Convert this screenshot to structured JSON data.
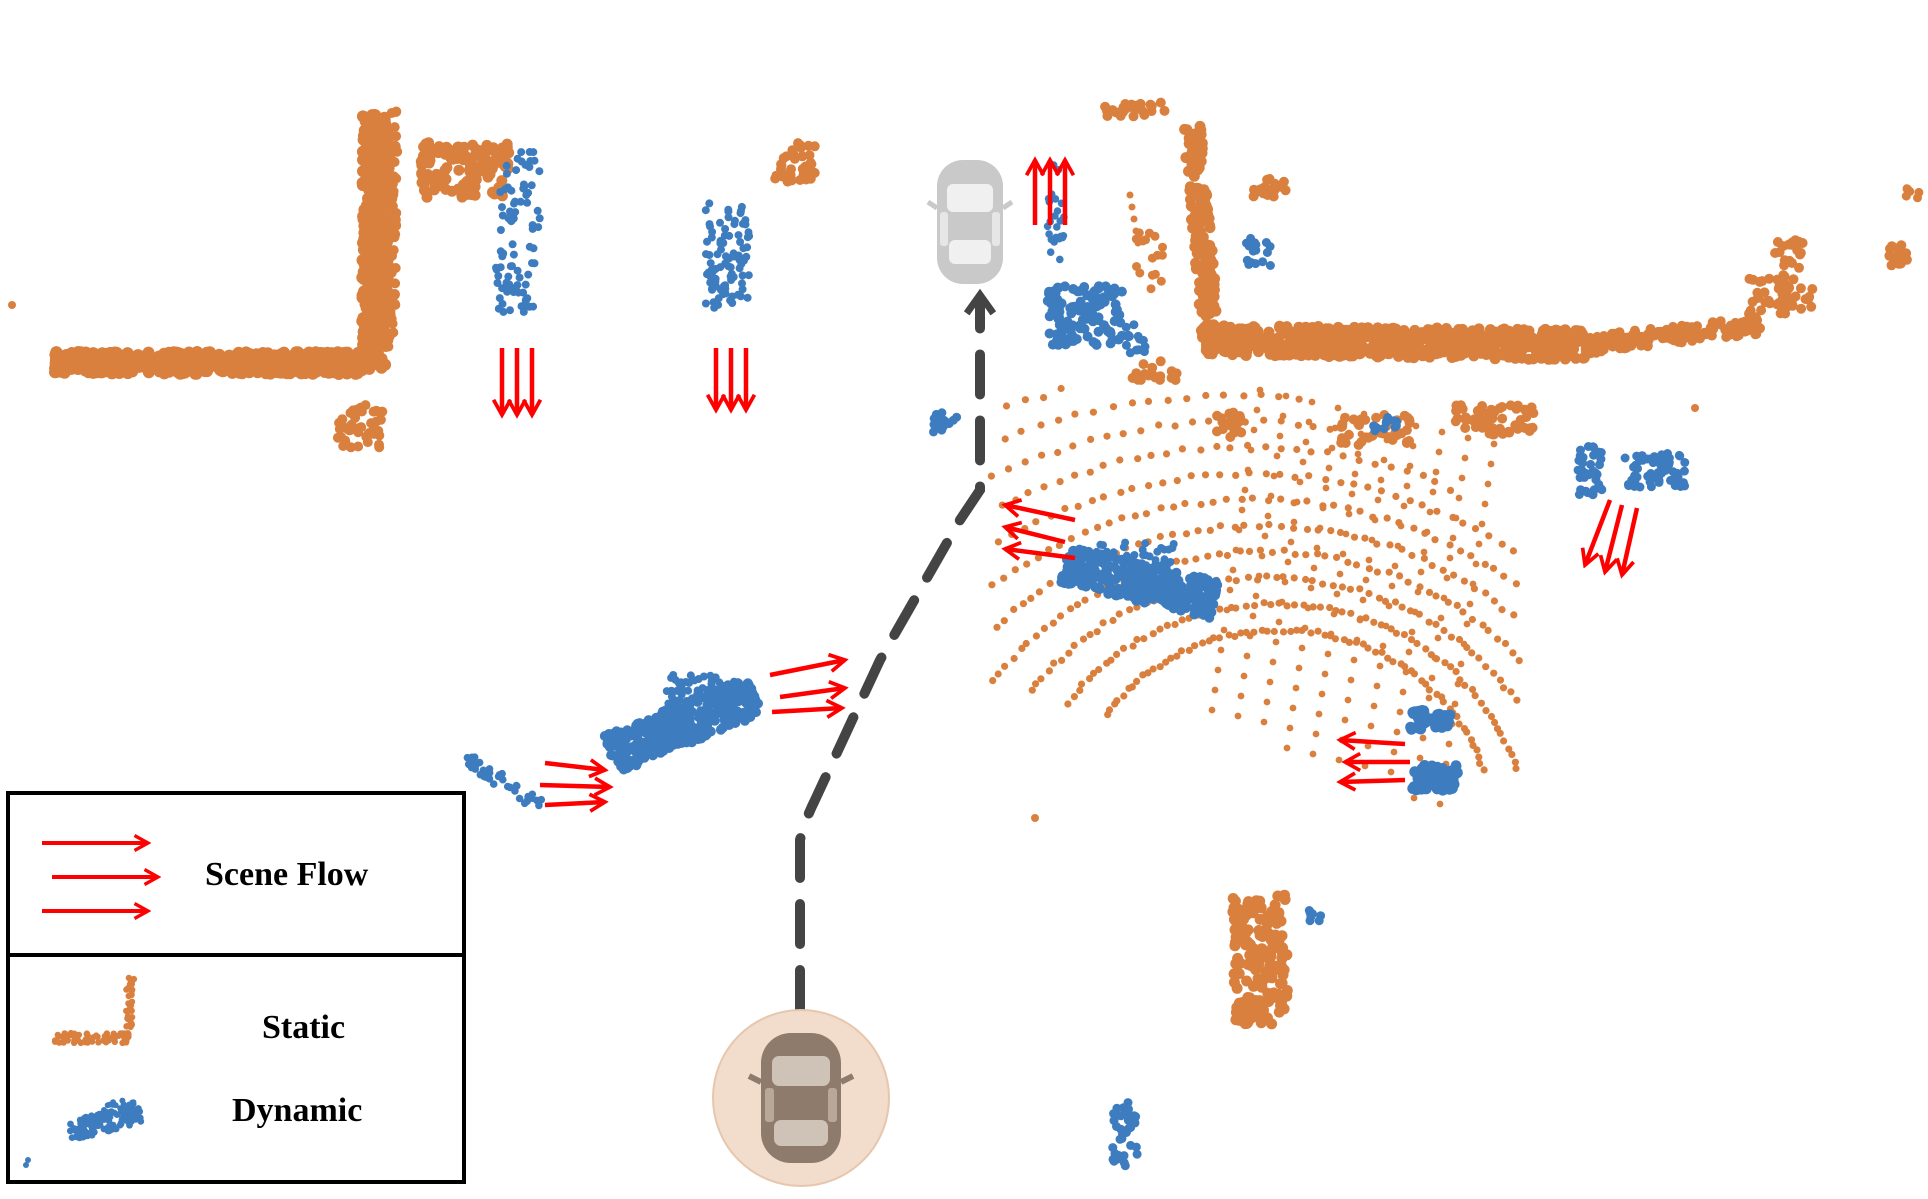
{
  "legend": {
    "scene_flow_label": "Scene Flow",
    "static_label": "Static",
    "dynamic_label": "Dynamic"
  },
  "colors": {
    "static": "#d9803f",
    "dynamic": "#3e7cc0",
    "flow_arrow": "#ff0000",
    "trajectory": "#444444",
    "ego_vehicle_circle": "#f2dccb",
    "ego_vehicle": "#8f7b6c",
    "target_vehicle": "#c9c9c9"
  },
  "icons": {
    "ego_vehicle": "car-top-view-icon",
    "target_vehicle": "car-top-view-icon",
    "scene_flow": "triple-arrow-icon"
  }
}
